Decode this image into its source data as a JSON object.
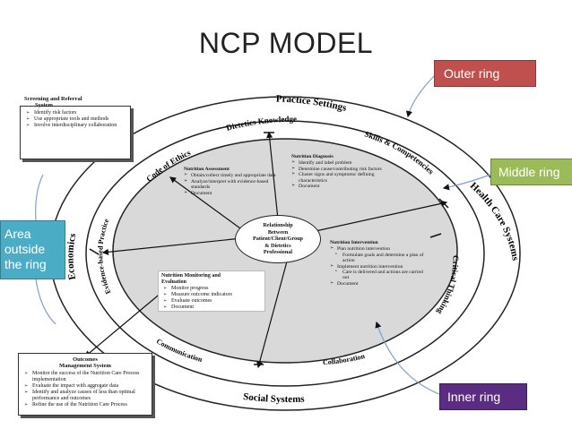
{
  "title": "NCP MODEL",
  "labels": {
    "outer_ring": "Outer ring",
    "middle_ring": "Middle ring",
    "area_outside": "Area\noutside\nthe ring",
    "inner_ring": "Inner ring"
  },
  "outer_ring_text": {
    "practice_settings": "Practice Settings",
    "health_care_systems": "Health Care Systems",
    "social_systems": "Social Systems",
    "economics": "Economics"
  },
  "middle_ring_text": {
    "dietetics_knowledge": "Dietetics Knowledge",
    "skills_competencies": "Skills & Competencies",
    "critical_thinking": "Critical Thinking",
    "collaboration": "Collaboration",
    "communication": "Communication",
    "evidence_based_practice": "Evidence-based Practice",
    "code_of_ethics": "Code of Ethics"
  },
  "center": {
    "line1": "Relationship",
    "line2": "Between",
    "line3": "Patient/Client/Group",
    "line4": "& Dietetics",
    "line5": "Professional"
  },
  "nutrition_assessment": {
    "title": "Nutrition Assessment",
    "items": [
      "Obtain/collect timely and appropriate data",
      "Analyze/interpret with evidence-based standards",
      "Document"
    ]
  },
  "nutrition_diagnosis": {
    "title": "Nutrition Diagnosis",
    "items": [
      "Identify and label problem",
      "Determine cause/contributing risk factors",
      "Cluster signs and symptoms/ defining characteristics",
      "Document"
    ]
  },
  "nutrition_intervention": {
    "title": "Nutrition Intervention",
    "item1": "Plan nutrition intervention",
    "sub1": "Formulate goals and determine a plan of action",
    "item2": "Implement nutrition intervention",
    "sub2": "Care is delivered and actions are carried out",
    "item3": "Document"
  },
  "monitoring": {
    "title1": "Nutrition Monitoring and",
    "title2": "Evaluation",
    "items": [
      "Monitor progress",
      "Measure outcome indicators",
      "Evaluate outcomes",
      "Document"
    ]
  },
  "screening": {
    "title1": "Screening and Referral",
    "title2": "System",
    "items": [
      "Identify risk factors",
      "Use appropriate tools and methods",
      "Involve interdisciplinary collaboration"
    ]
  },
  "outcomes": {
    "title1": "Outcomes",
    "title2": "Management System",
    "items": [
      "Monitor the success of the Nutrition Care Process implementation",
      "Evaluate the impact with aggregate data",
      "Identify and analyze causes of less than optimal performance and outcomes",
      "Refine the use of the Nutrition Care Process"
    ]
  },
  "colors": {
    "outer_ring_label": "#c0504d",
    "middle_ring_label": "#9bbb59",
    "area_label": "#4bacc6",
    "inner_ring_label": "#5a2d82",
    "inner_fill": "#d9d9d9",
    "pointer_line": "#7f9fcf"
  }
}
